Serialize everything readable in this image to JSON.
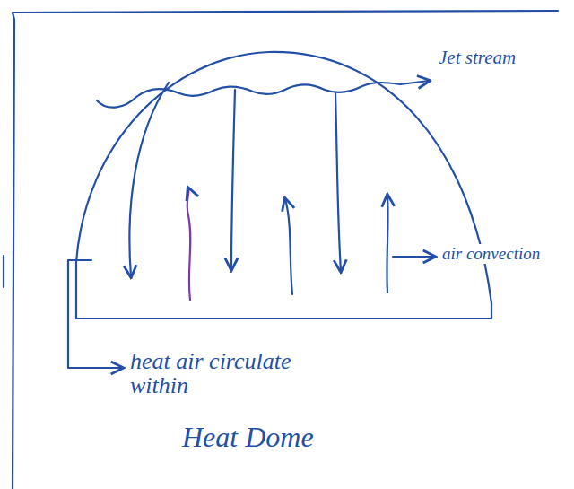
{
  "diagram": {
    "caption": "Heat Dome",
    "labels": [
      "Jet stream",
      "air convection",
      "heat air circulate within"
    ]
  }
}
